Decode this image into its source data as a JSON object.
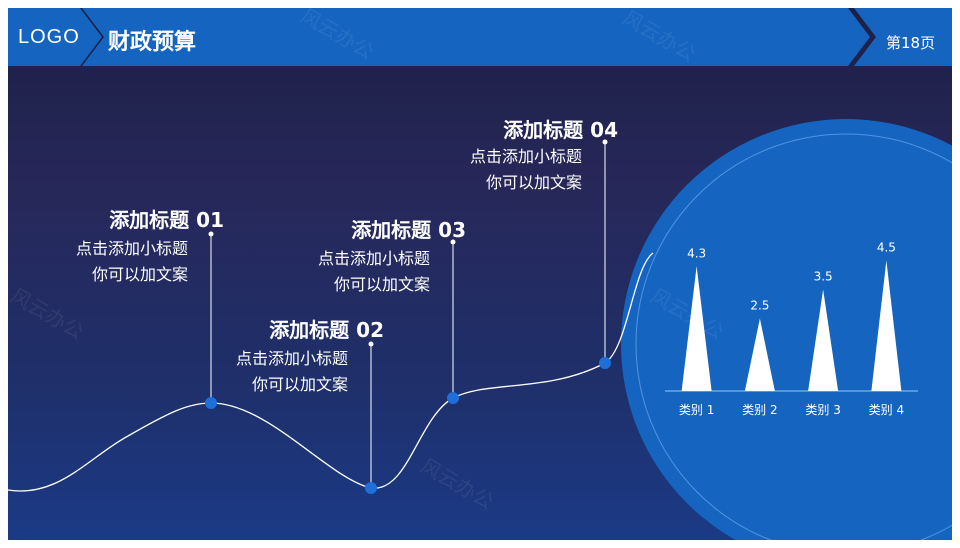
{
  "header": {
    "logo": "LOGO",
    "title": "财政预算",
    "page": "第18页"
  },
  "watermark": "风云办公",
  "milestones": [
    {
      "title": "添加标题",
      "num": "01",
      "line1": "点击添加小标题",
      "line2": "你可以加文案"
    },
    {
      "title": "添加标题",
      "num": "02",
      "line1": "点击添加小标题",
      "line2": "你可以加文案"
    },
    {
      "title": "添加标题",
      "num": "03",
      "line1": "点击添加小标题",
      "line2": "你可以加文案"
    },
    {
      "title": "添加标题",
      "num": "04",
      "line1": "点击添加小标题",
      "line2": "你可以加文案"
    }
  ],
  "colors": {
    "accent": "#1565c0",
    "dot": "#1e6fd9",
    "circle": "#1565c0",
    "bar": "#ffffff"
  },
  "chart_data": {
    "type": "bar",
    "categories": [
      "类别 1",
      "类别 2",
      "类别 3",
      "类别 4"
    ],
    "values": [
      4.3,
      2.5,
      3.5,
      4.5
    ],
    "value_labels": [
      "4.3",
      "2.5",
      "3.5",
      "4.5"
    ],
    "ylim": [
      0,
      5
    ],
    "title": "",
    "xlabel": "",
    "ylabel": "",
    "grid": false,
    "mark_shape": "triangle"
  }
}
